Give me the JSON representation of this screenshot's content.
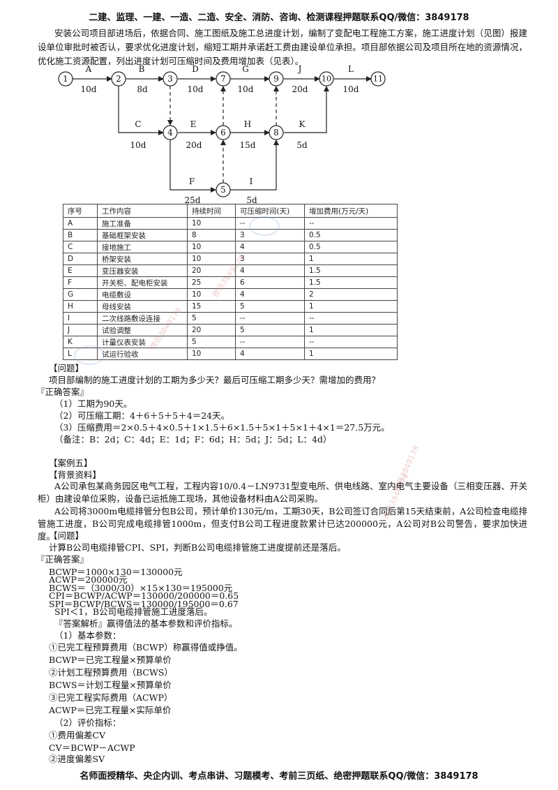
{
  "header": "二建、监理、一建、一造、二造、安全、消防、咨询、检测课程押题联系QQ/微信：3849178",
  "footer": "名师面授精华、央企内训、考点串讲、习题模考、考前三页纸、绝密押题联系QQ/微信：3849178",
  "intro": "安装公司项目部进场后，依据合同、施工图纸及施工总进度计划，编制了变配电工程施工方案，施工进度计划（见图）报建设单位审批时被否认，要求优化进度计划，缩短工期并承诺赶工费由建设单位承担。项目部依据公司及项目所在地的资源情况，优化施工资源配置，列出进度计划可压缩时间及费用增加表（见表）。",
  "network": {
    "nodes": [
      "1",
      "2",
      "3",
      "4",
      "5",
      "6",
      "7",
      "8",
      "9",
      "10",
      "11"
    ],
    "activities": [
      {
        "name": "A",
        "duration": "10d"
      },
      {
        "name": "B",
        "duration": "8d"
      },
      {
        "name": "D",
        "duration": "10d"
      },
      {
        "name": "G",
        "duration": "10d"
      },
      {
        "name": "J",
        "duration": "20d"
      },
      {
        "name": "L",
        "duration": "10d"
      },
      {
        "name": "C",
        "duration": "10d"
      },
      {
        "name": "E",
        "duration": "20d"
      },
      {
        "name": "H",
        "duration": "15d"
      },
      {
        "name": "K",
        "duration": "5d"
      },
      {
        "name": "F",
        "duration": "25d"
      },
      {
        "name": "I",
        "duration": "5d"
      }
    ]
  },
  "table": {
    "headers": [
      "序号",
      "工作内容",
      "持续时间",
      "可压缩时间(天)",
      "增加费用(万元/天)"
    ],
    "rows": [
      [
        "A",
        "施工准备",
        "10",
        "--",
        "--"
      ],
      [
        "B",
        "基础框架安装",
        "8",
        "3",
        "0.5"
      ],
      [
        "C",
        "接地施工",
        "10",
        "4",
        "0.5"
      ],
      [
        "D",
        "桥架安装",
        "10",
        "3",
        "1"
      ],
      [
        "E",
        "变压器安装",
        "20",
        "4",
        "1.5"
      ],
      [
        "F",
        "开关柜、配电柜安装",
        "25",
        "6",
        "1.5"
      ],
      [
        "G",
        "电缆敷设",
        "10",
        "4",
        "2"
      ],
      [
        "H",
        "母线安装",
        "15",
        "5",
        "1"
      ],
      [
        "I",
        "二次线路敷设连接",
        "5",
        "--",
        "--"
      ],
      [
        "J",
        "试验调整",
        "20",
        "5",
        "1"
      ],
      [
        "K",
        "计量仪表安装",
        "5",
        "--",
        "--"
      ],
      [
        "L",
        "试运行验收",
        "10",
        "4",
        "1"
      ]
    ]
  },
  "lines": [
    "【问题】",
    "项目部编制的施工进度计划的工期为多少天？最后可压缩工期多少天？需增加的费用？",
    "『正确答案』",
    "（1）工期为90天。",
    "（2）可压缩工期：4＋6＋5＋5＋4＝24天。",
    "（3）压缩费用＝2×0.5＋4×0.5＋1×1.5＋6×1.5＋5×1＋5×1＋4×1＝27.5万元。",
    "（备注：B：2d；C：4d；E：1d；F：6d；H：5d；J：5d；L：4d）",
    "【案例五】",
    "【背景资料】",
    "【问题】",
    "计算B公司电缆排管CPI、SPI，判断B公司电缆排管施工进度提前还是落后。",
    "『正确答案』",
    "BCWP＝1000×130＝130000元",
    "ACWP＝200000元",
    "BCWS＝（3000/30）×15×130＝195000元",
    "CPI＝BCWP/ACWP＝130000/200000＝0.65",
    "SPI＝BCWP/BCWS＝130000/195000＝0.67",
    "SPI＜1，B公司电缆排管施工进度落后。",
    "『答案解析』赢得值法的基本参数和评价指标。",
    "（1）基本参数：",
    "①已完工程预算费用（BCWP）称赢得值或挣值。",
    "BCWP＝已完工程量×预算单价",
    "②计划工程预算费用（BCWS）",
    "BCWS＝计划工程量×预算单价",
    "③已完工程实际费用（ACWP）",
    "ACWP＝已完工程量×实际单价",
    "（2）评价指标：",
    "①费用偏差CV",
    "CV＝BCWP－ACWP",
    "②进度偏差SV"
  ],
  "case5_p1": "A公司承包某商务园区电气工程，工程内容10/0.4－LN9731型变电所、供电线路、室内电气主要设备（三相变压器、开关柜）由建设单位采购，设备已运抵施工现场，其他设备材料由A公司采购。",
  "case5_p2": "A公司将3000m电缆排管分包B公司，预计单价130元/m，工期30天，B公司签订合同后第15天结束前，A公司检查电缆排管施工进度，B公司完成电缆排管1000m，但支付B公司工程进度款累计已达200000元，A公司对B公司警告，要求加快进度。",
  "watermarks": [
    "微信3849178",
    "微信3849178",
    "微信3849178",
    "微信3849178"
  ]
}
